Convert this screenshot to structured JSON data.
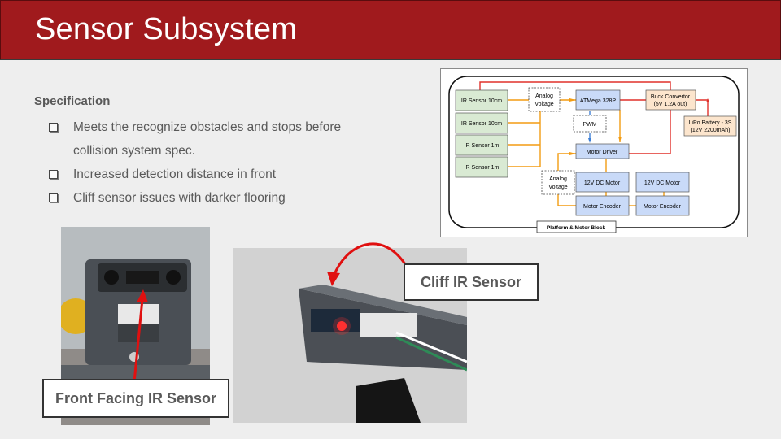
{
  "slide": {
    "title": "Sensor Subsystem",
    "spec_heading": "Specification",
    "bullets": [
      "Meets the recognize obstacles and stops before collision system spec.",
      "Increased detection distance in front",
      "Cliff sensor issues with darker flooring"
    ]
  },
  "diagram": {
    "ir_sensors": [
      "IR Sensor 10cm",
      "IR Sensor 10cm",
      "IR Sensor 1m",
      "IR Sensor 1m"
    ],
    "analog_voltage_top": [
      "Analog",
      "Voltage"
    ],
    "atmega": "ATMega 328P",
    "buck": [
      "Buck Convertor",
      "(5V 1.2A out)"
    ],
    "lipo": [
      "LiPo Battery - 3S",
      "(12V 2200mAh)"
    ],
    "pwm": "PWM",
    "motor_driver": "Motor Driver",
    "analog_voltage_bottom": [
      "Analog",
      "Voltage"
    ],
    "dc_motor_left": "12V DC Motor",
    "dc_motor_right": "12V DC Motor",
    "encoder_left": "Motor Encoder",
    "encoder_right": "Motor Encoder",
    "platform_label": "Platform & Motor Block",
    "colors": {
      "green": "#d9ead3",
      "blue": "#c9daf8",
      "orange": "#fce5cd",
      "red_line": "#e0302a",
      "orange_line": "#f39c12",
      "blue_line": "#3d7fd6"
    }
  },
  "photos": {
    "front_callout": "Front Facing IR Sensor",
    "cliff_callout": "Cliff IR Sensor"
  },
  "theme": {
    "title_bar": "#a01a1d",
    "arrow": "#e01010"
  }
}
